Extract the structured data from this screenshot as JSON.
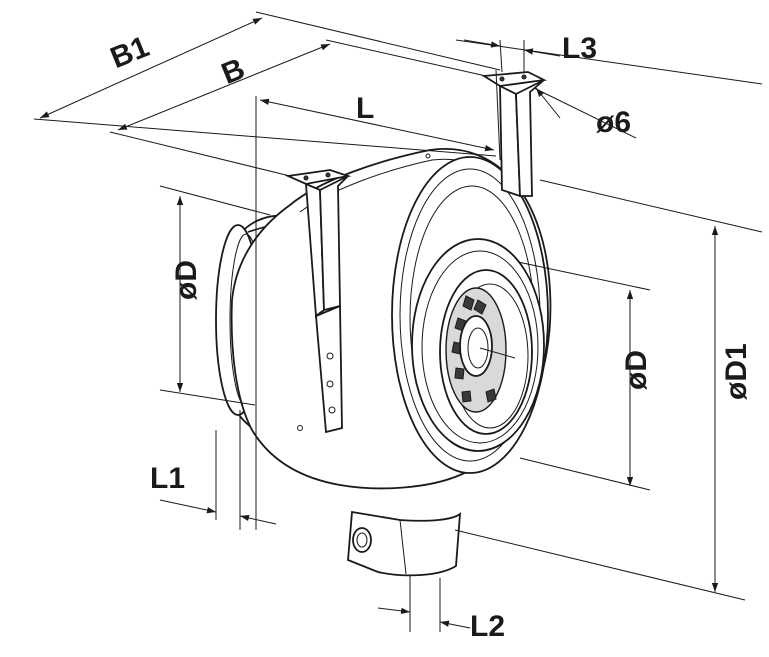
{
  "labels": {
    "b1": "B1",
    "b": "B",
    "l": "L",
    "l1": "L1",
    "l2": "L2",
    "l3": "L3",
    "hole": "ø6",
    "d_left": "øD",
    "d_right": "øD",
    "d1": "øD1"
  },
  "colors": {
    "line": "#1a1a1a",
    "fill": "#ffffff",
    "shade": "#d9d9d9"
  }
}
